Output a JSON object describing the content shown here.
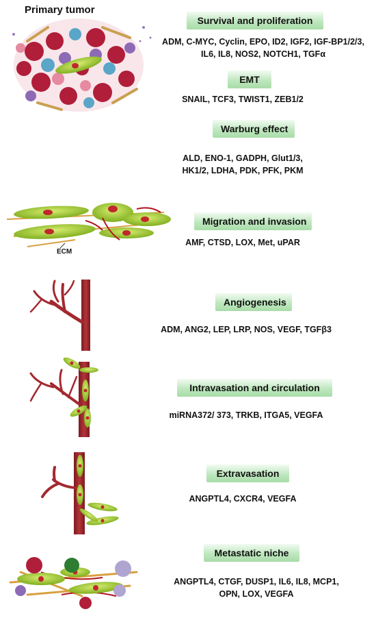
{
  "primary_tumor_label": "Primary tumor",
  "ecm_label": "ECM",
  "stages": [
    {
      "title": "Survival and proliferation",
      "genes_line1": "ADM, C-MYC, Cyclin, EPO, ID2, IGF2, IGF-BP1/2/3,",
      "genes_line2": "IL6, IL8, NOS2, NOTCH1, TGFα"
    },
    {
      "title": "EMT",
      "genes_line1": "SNAIL, TCF3, TWIST1, ZEB1/2",
      "genes_line2": ""
    },
    {
      "title": "Warburg effect",
      "genes_line1": "ALD, ENO-1, GADPH, Glut1/3,",
      "genes_line2": "HK1/2, LDHA, PDK, PFK, PKM"
    },
    {
      "title": "Migration and invasion",
      "genes_line1": "AMF, CTSD, LOX, Met, uPAR",
      "genes_line2": ""
    },
    {
      "title": "Angiogenesis",
      "genes_line1": "ADM, ANG2, LEP, LRP, NOS, VEGF, TGFβ3",
      "genes_line2": ""
    },
    {
      "title": "Intravasation and circulation",
      "genes_line1": "miRNA372/ 373, TRKB, ITGA5, VEGFA",
      "genes_line2": ""
    },
    {
      "title": "Extravasation",
      "genes_line1": "ANGPTL4, CXCR4, VEGFA",
      "genes_line2": ""
    },
    {
      "title": "Metastatic niche",
      "genes_line1": "ANGPTL4, CTGF, DUSP1, IL6, IL8, MCP1,",
      "genes_line2": "OPN, LOX, VEGFA"
    }
  ],
  "colors": {
    "header_green": "#a8dca8",
    "vessel_red": "#a3292f",
    "cell_green": "#a7d030",
    "nucleus_red": "#c0282c"
  }
}
